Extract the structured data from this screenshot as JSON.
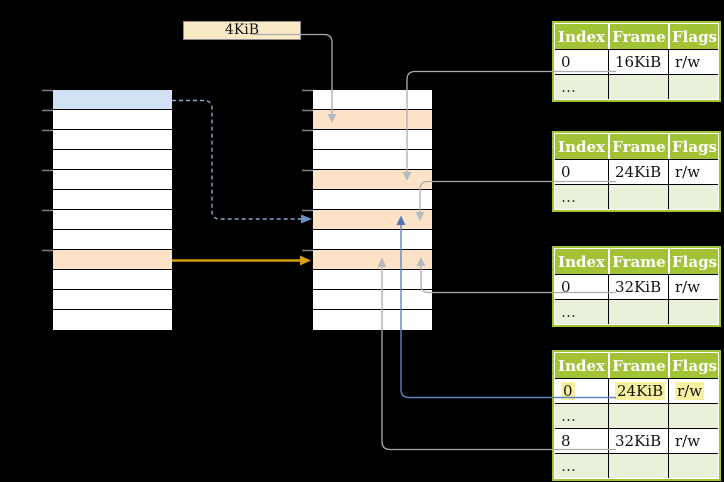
{
  "page_size_label": {
    "text": "4KiB"
  },
  "left_memory_table": {
    "name": "virtual-memory-column",
    "row_colors": [
      "blue",
      "white",
      "white",
      "white",
      "white",
      "white",
      "white",
      "white",
      "orange",
      "white",
      "white",
      "white"
    ]
  },
  "middle_memory_table": {
    "name": "physical-memory-column",
    "row_colors": [
      "white",
      "orange",
      "white",
      "white",
      "orange",
      "white",
      "orange",
      "white",
      "orange",
      "white",
      "white",
      "white"
    ]
  },
  "page_tables": [
    {
      "columns": [
        "Index",
        "Frame",
        "Flags"
      ],
      "rows": [
        {
          "cells": [
            "0",
            "16KiB",
            "r/w"
          ]
        },
        {
          "cells": [
            "…",
            "",
            ""
          ],
          "shade": true
        }
      ]
    },
    {
      "columns": [
        "Index",
        "Frame",
        "Flags"
      ],
      "rows": [
        {
          "cells": [
            "0",
            "24KiB",
            "r/w"
          ]
        },
        {
          "cells": [
            "…",
            "",
            ""
          ],
          "shade": true
        }
      ]
    },
    {
      "columns": [
        "Index",
        "Frame",
        "Flags"
      ],
      "rows": [
        {
          "cells": [
            "0",
            "32KiB",
            "r/w"
          ]
        },
        {
          "cells": [
            "…",
            "",
            ""
          ],
          "shade": true
        }
      ]
    },
    {
      "columns": [
        "Index",
        "Frame",
        "Flags"
      ],
      "rows": [
        {
          "cells": [
            "0",
            "24KiB",
            "r/w"
          ],
          "highlight": true
        },
        {
          "cells": [
            "…",
            "",
            ""
          ],
          "shade": true
        },
        {
          "cells": [
            "8",
            "32KiB",
            "r/w"
          ]
        },
        {
          "cells": [
            "…",
            "",
            ""
          ],
          "shade": true
        }
      ]
    }
  ],
  "connectors": [
    {
      "name": "label-4kib-to-frame-4kib",
      "style": "solid-gray",
      "direction": "down"
    },
    {
      "name": "table1-entry-16kib-to-frame",
      "style": "solid-gray",
      "direction": "down"
    },
    {
      "name": "table2-entry-24kib-to-frame",
      "style": "solid-gray",
      "direction": "down"
    },
    {
      "name": "table3-entry-32kib-to-frame",
      "style": "solid-gray",
      "direction": "up"
    },
    {
      "name": "table4-entry-24kib-to-frame",
      "style": "solid-blue",
      "direction": "up"
    },
    {
      "name": "table4-entry-32kib-to-frame",
      "style": "solid-gray",
      "direction": "up"
    },
    {
      "name": "virtual-orange-page-to-physical-frame",
      "style": "solid-orange",
      "direction": "right"
    },
    {
      "name": "virtual-blue-page-to-physical-frame",
      "style": "dashed-blue",
      "direction": "right"
    }
  ],
  "colors": {
    "header_green": "#A1C437",
    "light_green": "#E9F1DA",
    "row_orange": "#FCE3C8",
    "row_blue": "#D2E1F4",
    "row_white": "#FFFFFF",
    "box_cream": "#FAE9C5",
    "yellow_hl": "#F8F1A0",
    "gray_line": "#ABABAB",
    "gray_arrow": "#B4BAC2",
    "blue_line": "#6286BC",
    "blue_arrow": "#5478AE",
    "dashed_blue": "#87A5D1",
    "dashed_arrow": "#6D91C4",
    "orange_arrow": "#D89E06",
    "tick_gray": "#7A7A7A"
  }
}
